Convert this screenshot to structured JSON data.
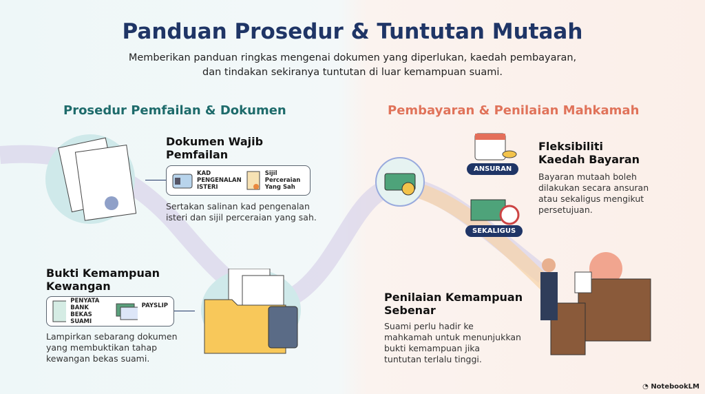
{
  "title": "Panduan Prosedur & Tuntutan Mutaah",
  "subtitle": [
    "Memberikan panduan ringkas mengenai dokumen yang diperlukan, kaedah pembayaran,",
    "dan tindakan sekiranya tuntutan di luar kemampuan suami."
  ],
  "left": {
    "heading": "Prosedur Pemfailan & Dokumen",
    "heading_color": "#1e6b6b",
    "doc": {
      "title": [
        "Dokumen Wajib",
        "Pemfailan"
      ],
      "item1": [
        "KAD",
        "PENGENALAN",
        "ISTERI"
      ],
      "item2": [
        "Sijil",
        "Perceraian",
        "Yang Sah"
      ],
      "desc": [
        "Sertakan salinan kad pengenalan",
        "isteri dan sijil perceraian yang sah."
      ]
    },
    "finance": {
      "title": [
        "Bukti Kemampuan",
        "Kewangan"
      ],
      "item1": [
        "PENYATA",
        "BANK",
        "BEKAS SUAMI"
      ],
      "item2": "PAYSLIP",
      "desc": [
        "Lampirkan sebarang dokumen",
        "yang membuktikan tahap",
        "kewangan bekas suami."
      ]
    }
  },
  "right": {
    "heading": "Pembayaran & Penilaian Mahkamah",
    "heading_color": "#e0735a",
    "payment": {
      "title": [
        "Fleksibiliti",
        "Kaedah Bayaran"
      ],
      "badge1": "ANSURAN",
      "badge2": "SEKALIGUS",
      "desc": [
        "Bayaran mutaah boleh",
        "dilakukan secara ansuran",
        "atau sekaligus mengikut",
        "persetujuan."
      ]
    },
    "assessment": {
      "title": [
        "Penilaian Kemampuan",
        "Sebenar"
      ],
      "desc": [
        "Suami perlu hadir ke",
        "mahkamah untuk menunjukkan",
        "bukti kemampuan jika",
        "tuntutan terlalu tinggi."
      ]
    }
  },
  "brand": "NotebookLM"
}
